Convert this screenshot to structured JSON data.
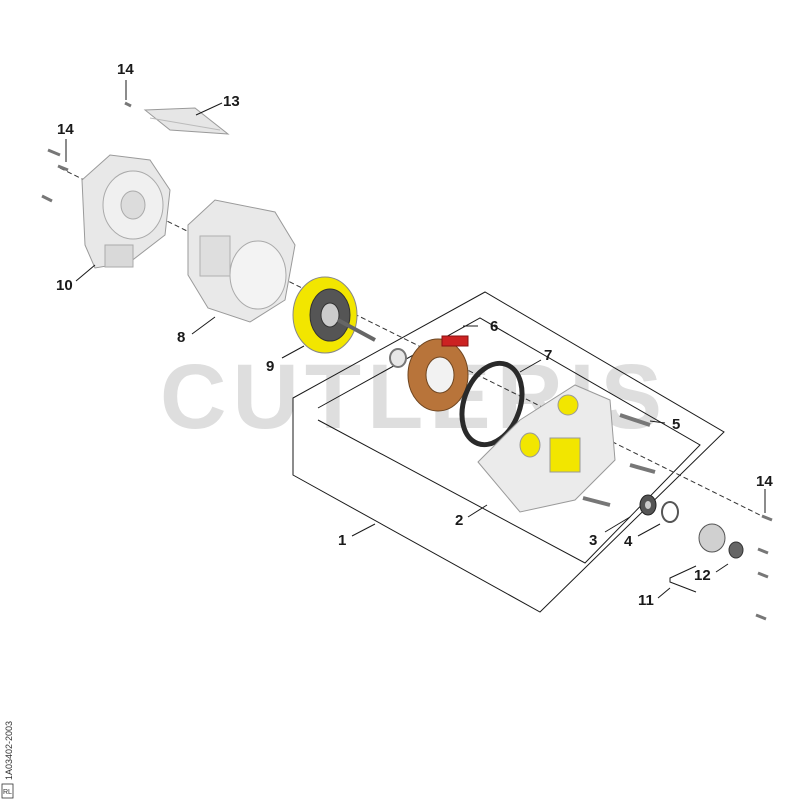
{
  "watermark": "CUTLERIS",
  "reference_code": "1A03402-2003",
  "reference_badge": "RL",
  "callouts": {
    "c1": "1",
    "c2": "2",
    "c3": "3",
    "c4": "4",
    "c5": "5",
    "c6": "6",
    "c7": "7",
    "c8": "8",
    "c9": "9",
    "c10": "10",
    "c11": "11",
    "c12": "12",
    "c13": "13",
    "c14a": "14",
    "c14b": "14",
    "c14c": "14"
  },
  "colors": {
    "part_fill": "#ebebeb",
    "part_shadow": "#c8c8c8",
    "highlight": "#f2e600",
    "coil": "#b8743a",
    "gasket": "#2a2a2a",
    "connector": "#cc2222"
  }
}
